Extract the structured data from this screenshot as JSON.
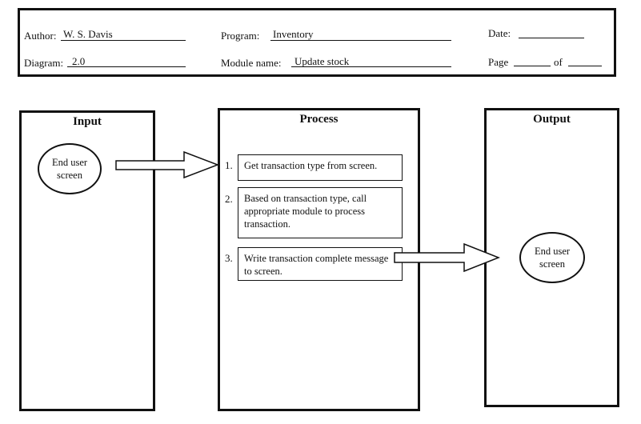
{
  "header": {
    "author_label": "Author:",
    "author_value": "W. S. Davis",
    "program_label": "Program:",
    "program_value": "Inventory",
    "date_label": "Date:",
    "diagram_label": "Diagram:",
    "diagram_value": "2.0",
    "module_label": "Module name:",
    "module_value": "Update stock",
    "page_label": "Page",
    "of_label": "of"
  },
  "columns": {
    "input_title": "Input",
    "process_title": "Process",
    "output_title": "Output"
  },
  "input_terminator": {
    "line1": "End user",
    "line2": "screen"
  },
  "output_terminator": {
    "line1": "End user",
    "line2": "screen"
  },
  "steps": [
    {
      "number": "1.",
      "text": "Get transaction type from screen."
    },
    {
      "number": "2.",
      "text": "Based on transaction type, call appropriate module to process transaction."
    },
    {
      "number": "3.",
      "text": "Write transaction complete message to screen."
    }
  ]
}
